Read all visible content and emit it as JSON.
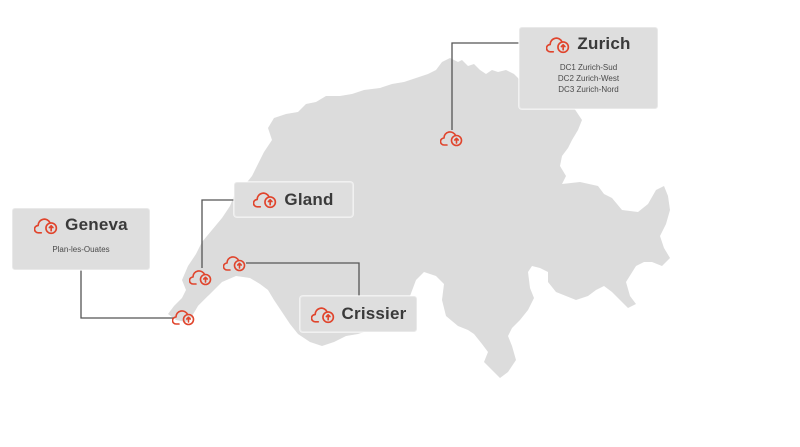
{
  "map": {
    "region": "Switzerland",
    "land_color": "#dcdcdc",
    "accent_color": "#e0442c",
    "connector_color": "#555555",
    "icon": "cloud-upload-icon"
  },
  "locations": [
    {
      "name": "Zurich",
      "subtitle_lines": [
        "DC1 Zurich-Sud",
        "DC2 Zurich-West",
        "DC3 Zurich-Nord"
      ]
    },
    {
      "name": "Gland",
      "subtitle_lines": []
    },
    {
      "name": "Geneva",
      "subtitle_lines": [
        "Plan-les-Ouates"
      ]
    },
    {
      "name": "Crissier",
      "subtitle_lines": []
    }
  ]
}
